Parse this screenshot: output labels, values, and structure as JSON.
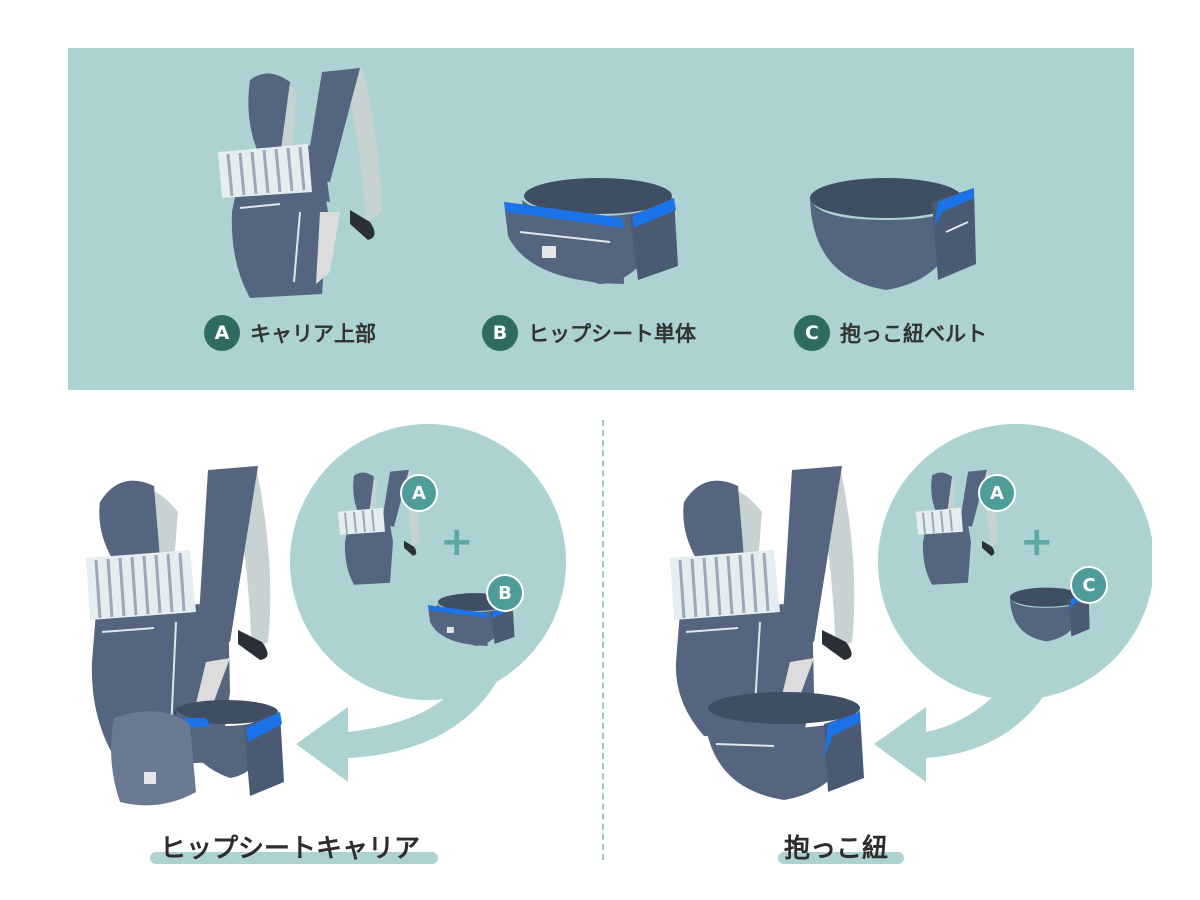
{
  "components": [
    {
      "letter": "A",
      "name": "キャリア上部"
    },
    {
      "letter": "B",
      "name": "ヒップシート単体"
    },
    {
      "letter": "C",
      "name": "抱っこ紐ベルト"
    }
  ],
  "plus_symbol": "+",
  "modes": [
    {
      "title": "ヒップシートキャリア",
      "parts": [
        "A",
        "B"
      ]
    },
    {
      "title": "抱っこ紐",
      "parts": [
        "A",
        "C"
      ]
    }
  ],
  "colors": {
    "panel": "#acd2d2",
    "badge": "#2f6a63",
    "bubble_badge": "#4f9d98",
    "carrier_body": "#55657f",
    "strap_light": "#c9d2d3",
    "accent_blue": "#1a73e8"
  }
}
